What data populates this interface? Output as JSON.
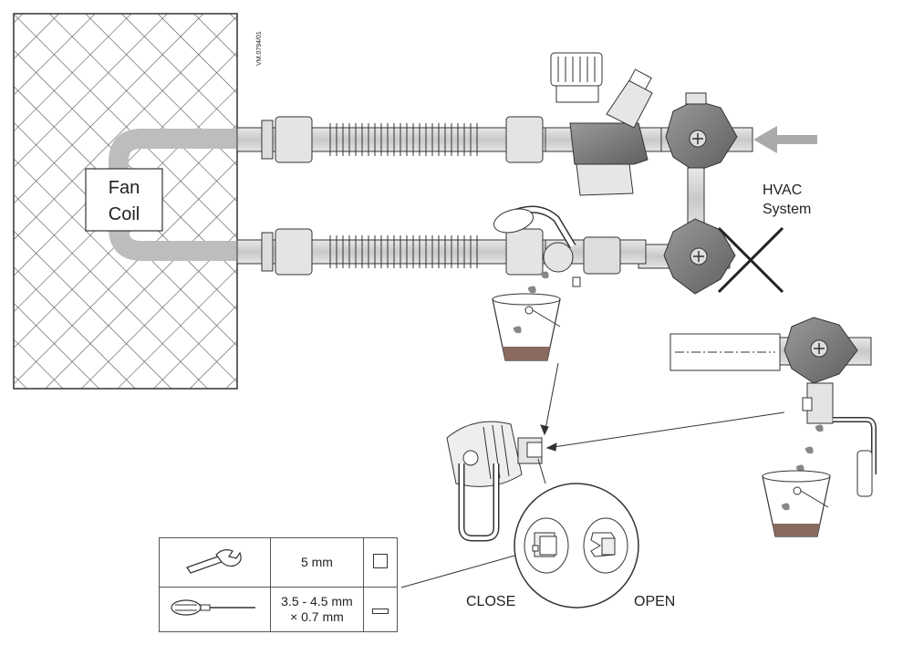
{
  "labels": {
    "fan_coil_line1": "Fan",
    "fan_coil_line2": "Coil",
    "hvac_line1": "HVAC",
    "hvac_line2": "System",
    "close": "CLOSE",
    "open": "OPEN",
    "drawing_id": "VM.0794/01"
  },
  "tool_table": {
    "rows": [
      {
        "tool_icon": "wrench-icon",
        "size_lines": [
          "5 mm"
        ],
        "symbol": "square-key-symbol"
      },
      {
        "tool_icon": "screwdriver-icon",
        "size_lines": [
          "3.5 - 4.5 mm",
          "× 0.7 mm"
        ],
        "symbol": "slot-symbol"
      }
    ]
  },
  "colors": {
    "line": "#333333",
    "valve_body": "#7a7a7a",
    "pipe_fill": "#c8c8c8",
    "water": "#8a6a60",
    "arrow": "#aaaaaa"
  }
}
